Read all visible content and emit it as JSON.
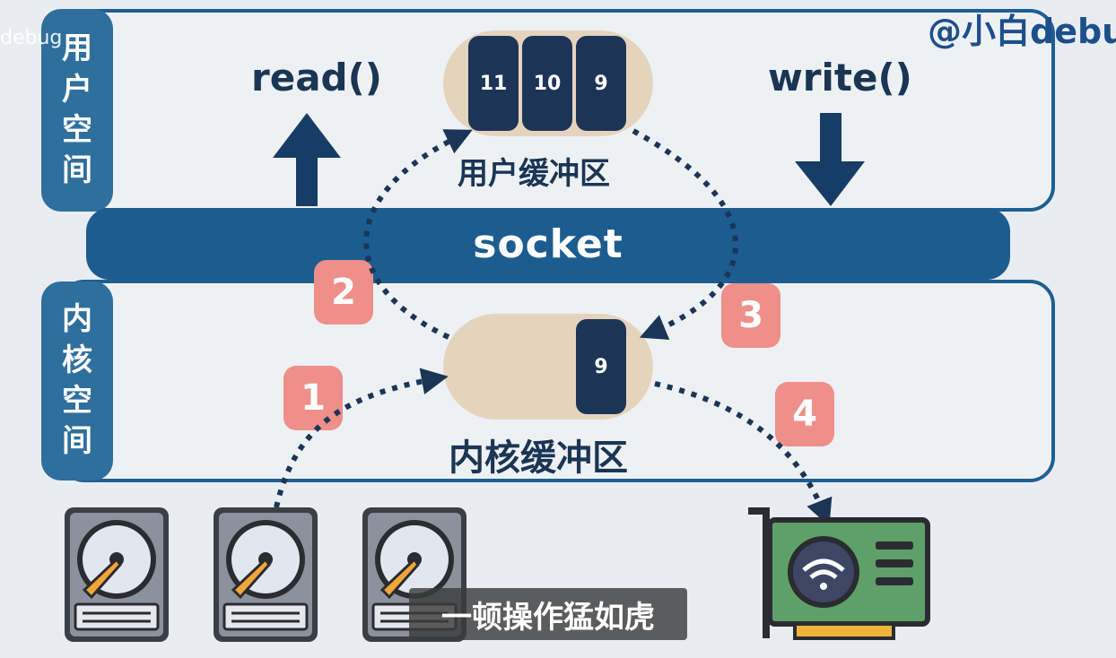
{
  "watermark": "@小白debu",
  "watermark_left": "debug",
  "user_space": {
    "chars": [
      "用",
      "户",
      "空",
      "间"
    ]
  },
  "kernel_space": {
    "chars": [
      "内",
      "核",
      "空",
      "间"
    ]
  },
  "socket_label": "socket",
  "read_label": "read()",
  "write_label": "write()",
  "user_buffer": {
    "label": "用户缓冲区",
    "cells": [
      "11",
      "10",
      "9"
    ]
  },
  "kernel_buffer": {
    "label": "内核缓冲区",
    "cells": [
      "9"
    ]
  },
  "steps": [
    "1",
    "2",
    "3",
    "4"
  ],
  "subtitle": "一顿操作猛如虎",
  "colors": {
    "accent": "#1d5c8f",
    "dark_navy": "#1c3557",
    "badge": "#ef8f8a",
    "capsule": "#e5d4bd"
  },
  "icons": [
    "hard-disk-icon",
    "hard-disk-icon",
    "hard-disk-icon",
    "network-card-icon"
  ]
}
